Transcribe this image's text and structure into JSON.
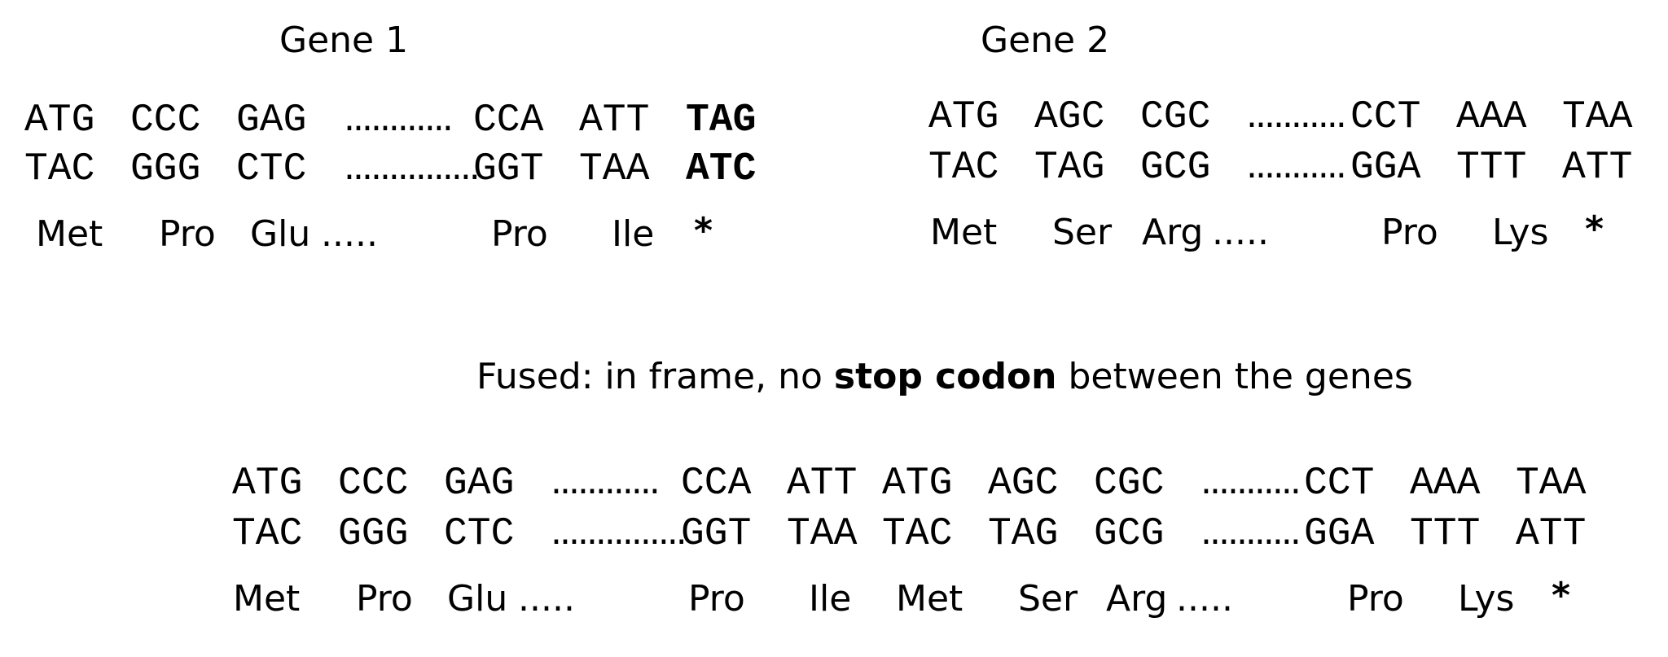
{
  "gene1": {
    "title": "Gene 1",
    "top": [
      "ATG",
      "CCC",
      "GAG",
      "............",
      "CCA",
      "ATT",
      "TAG"
    ],
    "bottom": [
      "TAC",
      "GGG",
      "CTC",
      "...............",
      "GGT",
      "TAA",
      "ATC"
    ],
    "aa": [
      "Met",
      "Pro",
      "Glu",
      ".....",
      "Pro",
      "Ile",
      "*"
    ]
  },
  "gene2": {
    "title": "Gene 2",
    "top": [
      "ATG",
      "AGC",
      "CGC",
      "...........",
      "CCT",
      "AAA",
      "TAA"
    ],
    "bottom": [
      "TAC",
      "TAG",
      "GCG",
      "...........",
      "GGA",
      "TTT",
      "ATT"
    ],
    "aa": [
      "Met",
      "Ser",
      "Arg",
      ".....",
      "Pro",
      "Lys",
      "*"
    ]
  },
  "caption": {
    "before": "Fused: in frame, no ",
    "bold": "stop codon",
    "after": " between the genes"
  },
  "fused": {
    "top": [
      "ATG",
      "CCC",
      "GAG",
      "............",
      "CCA",
      "ATT",
      "ATG",
      "AGC",
      "CGC",
      "...........",
      "CCT",
      "AAA",
      "TAA"
    ],
    "bottom": [
      "TAC",
      "GGG",
      "CTC",
      "...............",
      "GGT",
      "TAA",
      "TAC",
      "TAG",
      "GCG",
      "...........",
      "GGA",
      "TTT",
      "ATT"
    ],
    "aa": [
      "Met",
      "Pro",
      "Glu",
      ".....",
      "Pro",
      "Ile",
      "Met",
      "Ser",
      "Arg",
      ".....",
      "Pro",
      "Lys",
      "*"
    ]
  }
}
